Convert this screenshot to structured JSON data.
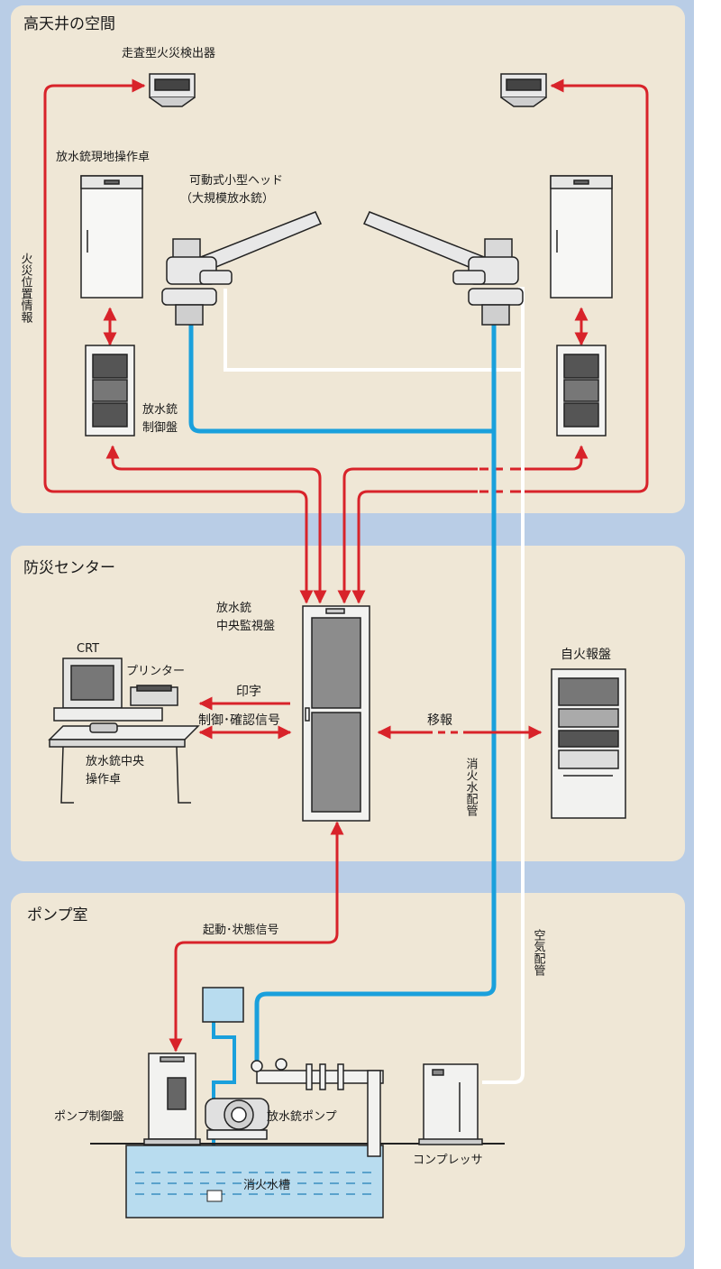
{
  "sections": {
    "ceiling": "高天井の空間",
    "center": "防災センター",
    "pump_room": "ポンプ室"
  },
  "labels": {
    "scanning_detector": "走査型火災検出器",
    "local_console": "放水銃現地操作卓",
    "movable_head_1": "可動式小型ヘッド",
    "movable_head_2": "（大規模放水銃）",
    "fire_position_info": "火災位置情報",
    "control_panel_1": "放水銃",
    "control_panel_2": "制御盤",
    "central_monitor_1": "放水銃",
    "central_monitor_2": "中央監視盤",
    "crt": "CRT",
    "printer": "プリンター",
    "print": "印字",
    "control_confirm_signal": "制御･確認信号",
    "central_console_1": "放水銃中央",
    "central_console_2": "操作卓",
    "relay": "移報",
    "fire_alarm_panel": "自火報盤",
    "fire_water_pipe": "消火水配管",
    "start_status_signal": "起動･状態信号",
    "air_pipe": "空気配管",
    "pump_control_panel": "ポンプ制御盤",
    "water_cannon_pump": "放水銃ポンプ",
    "compressor": "コンプレッサ",
    "fire_water_tank": "消火水槽"
  },
  "colors": {
    "background": "#b9cde6",
    "section_fill": "#efe7d6",
    "signal": "#d8232a",
    "water_pipe": "#1aa0dc",
    "air_pipe": "#ffffff",
    "tank_water": "#b8dcef"
  }
}
